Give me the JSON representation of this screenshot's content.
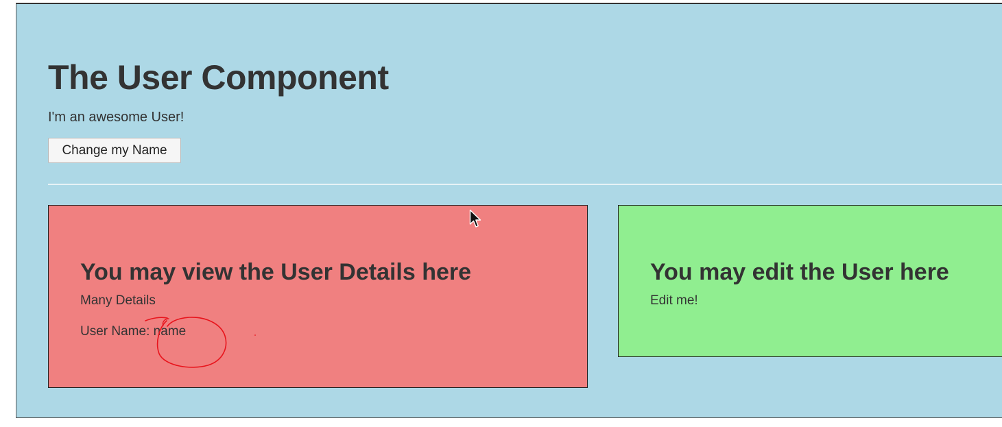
{
  "header": {
    "title": "The User Component",
    "tagline": "I'm an awesome User!",
    "change_name_label": "Change my Name"
  },
  "detail": {
    "heading": "You may view the User Details here",
    "details_text": "Many Details",
    "username_label": "User Name:",
    "username_value": "name"
  },
  "edit": {
    "heading": "You may edit the User here",
    "text": "Edit me!"
  },
  "colors": {
    "frame_background": "#add8e6",
    "detail_panel": "#f08080",
    "edit_panel": "#90ee90",
    "annotation": "#e8141c"
  },
  "icons": {
    "cursor": "mouse-pointer-icon"
  }
}
